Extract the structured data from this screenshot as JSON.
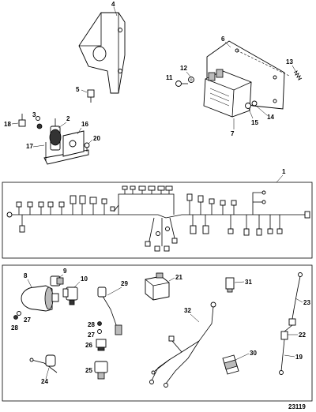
{
  "callouts": {
    "c1": "1",
    "c2": "2",
    "c3": "3",
    "c4": "4",
    "c5": "5",
    "c6": "6",
    "c7": "7",
    "c8": "8",
    "c9": "9",
    "c10": "10",
    "c11": "11",
    "c12": "12",
    "c13": "13",
    "c14": "14",
    "c15": "15",
    "c16": "16",
    "c17": "17",
    "c18": "18",
    "c19": "19",
    "c20": "20",
    "c21": "21",
    "c22": "22",
    "c23": "23",
    "c24": "24",
    "c25": "25",
    "c26": "26",
    "c27a": "27",
    "c27b": "27",
    "c28a": "28",
    "c28b": "28",
    "c29": "29",
    "c30": "30",
    "c31": "31",
    "c32": "32"
  },
  "figure_number": "23119"
}
